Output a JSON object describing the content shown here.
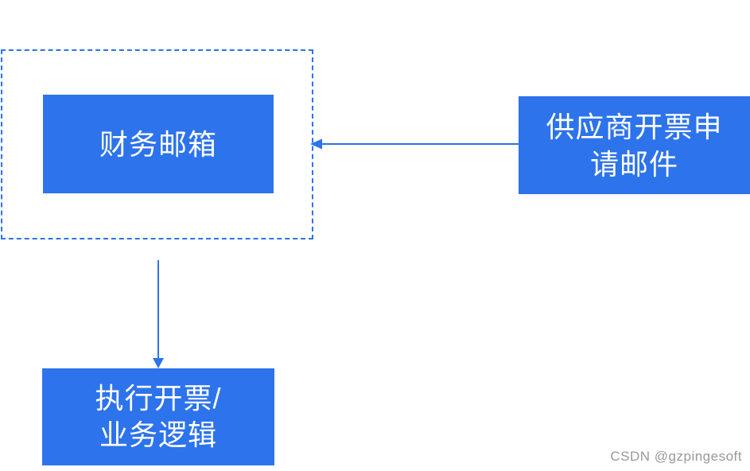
{
  "diagram": {
    "type": "flowchart",
    "nodes": {
      "finance": {
        "label": "财务邮箱"
      },
      "supplier": {
        "label": "供应商开票申请邮件",
        "line1": "供应商开票申",
        "line2": "请邮件"
      },
      "logic": {
        "label": "执行开票/业务逻辑",
        "line1": "执行开票/",
        "line2": "业务逻辑"
      }
    },
    "edges": [
      {
        "from": "supplier",
        "to": "finance",
        "direction": "right-to-left",
        "style": "solid-arrow"
      },
      {
        "from": "finance",
        "to": "logic",
        "direction": "top-to-bottom",
        "style": "solid-arrow"
      }
    ],
    "boundary": {
      "style": "dashed",
      "encloses": "finance"
    }
  },
  "colors": {
    "node_fill": "#2d73eb",
    "node_text": "#ffffff",
    "connector": "#2d73eb",
    "boundary_dash": "#2d73eb",
    "background": "#ffffff",
    "watermark": "#999999"
  },
  "watermark": {
    "text": "CSDN @gzpingesoft"
  }
}
